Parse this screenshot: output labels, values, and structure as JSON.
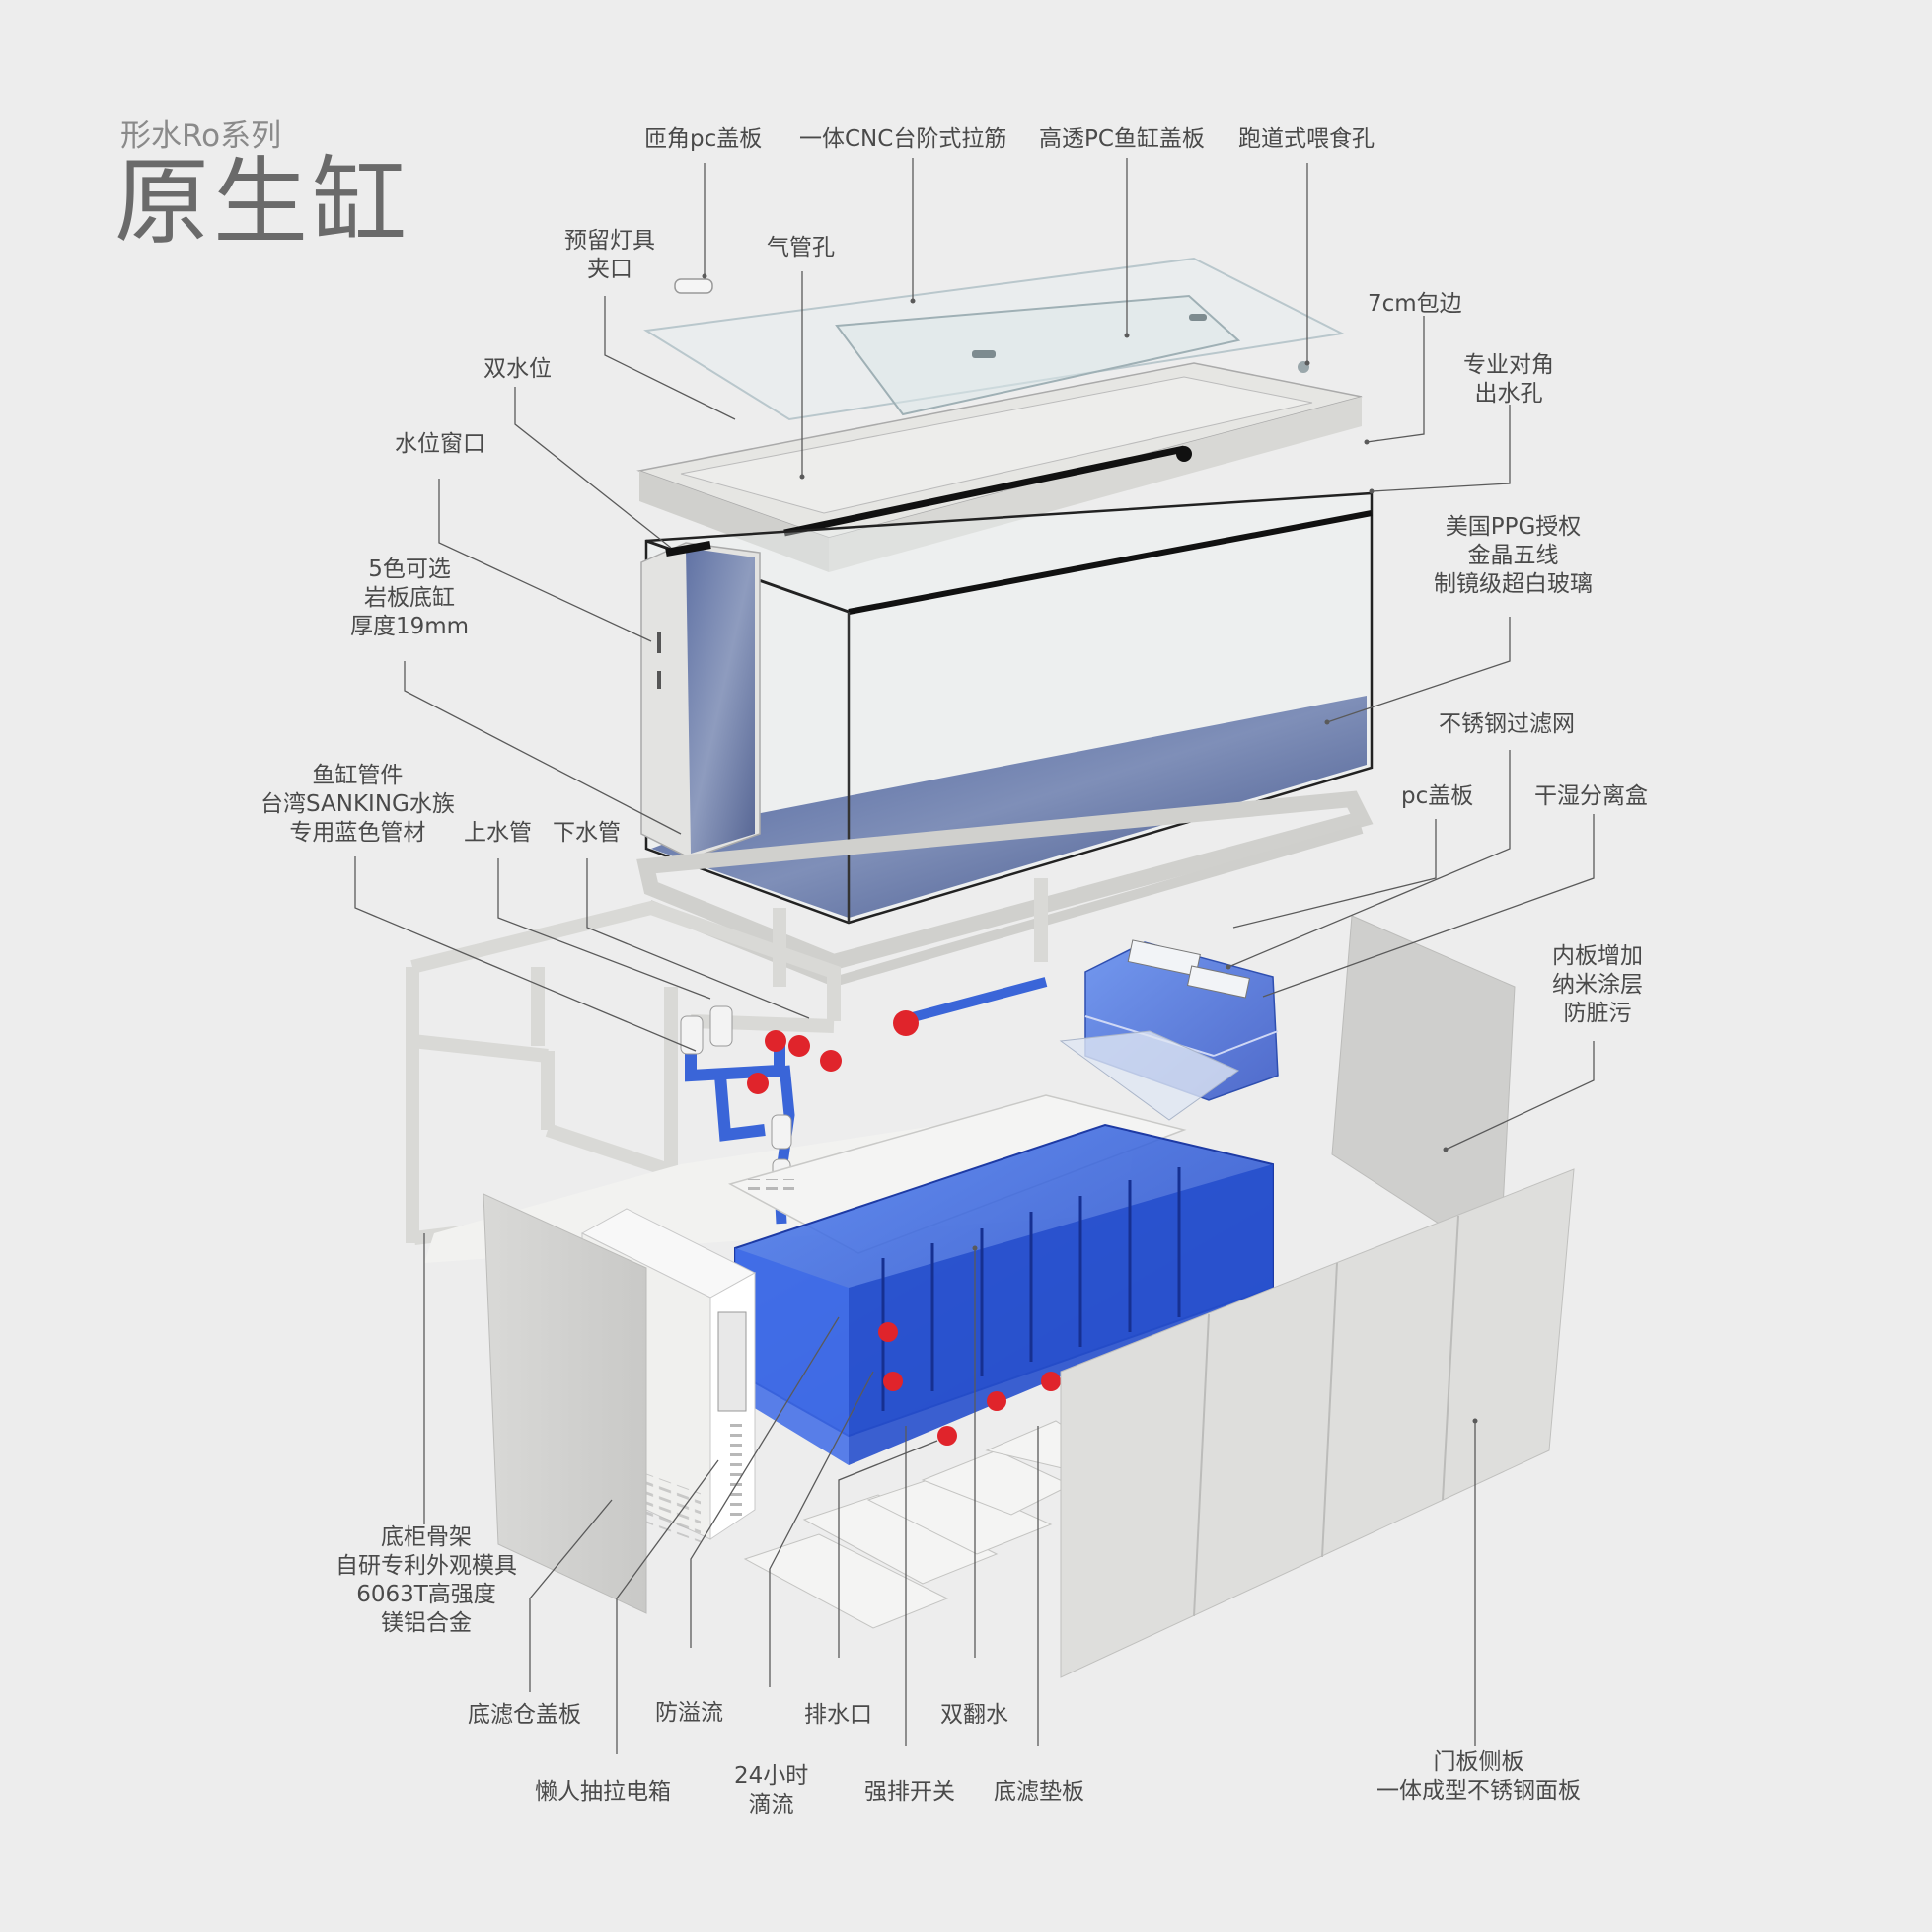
{
  "header": {
    "subtitle": "形水Ro系列",
    "title": "原生缸"
  },
  "labels": {
    "pc_lid_corner": "匝角pc盖板",
    "cnc_brace": "一体CNC台阶式拉筋",
    "pc_cover": "高透PC鱼缸盖板",
    "feeding_hole": "跑道式喂食孔",
    "light_clip": "预留灯具\n夹口",
    "air_hole": "气管孔",
    "edge_7cm": "7cm包边",
    "dual_water": "双水位",
    "diag_outlet": "专业对角\n出水孔",
    "level_window": "水位窗口",
    "ppg_glass": "美国PPG授权\n金晶五线\n制镜级超白玻璃",
    "rock_base": "5色可选\n岩板底缸\n厚度19mm",
    "ss_mesh": "不锈钢过滤网",
    "pipes": "鱼缸管件\n台湾SANKING水族\n专用蓝色管材",
    "inlet_pipe": "上水管",
    "outlet_pipe": "下水管",
    "pc_plate": "pc盖板",
    "dry_wet_box": "干湿分离盒",
    "nano_coating": "内板增加\n纳米涂层\n防脏污",
    "cabinet_frame": "底柜骨架\n自研专利外观模具\n6063T高强度\n镁铝合金",
    "filter_cover": "底滤仓盖板",
    "overflow": "防溢流",
    "drain": "排水口",
    "double_flip": "双翻水",
    "lazy_drawer": "懒人抽拉电箱",
    "drip_24h": "24小时\n滴流",
    "force_drain": "强排开关",
    "filter_mat": "底滤垫板",
    "door_panel": "门板侧板\n一体成型不锈钢面板"
  },
  "colors": {
    "frame": "#e3e3e1",
    "acrylic_blue": "#2a55d8",
    "valve_red": "#e0242b",
    "leader_line": "#5a5a5a",
    "text": "#4a4a4a"
  }
}
